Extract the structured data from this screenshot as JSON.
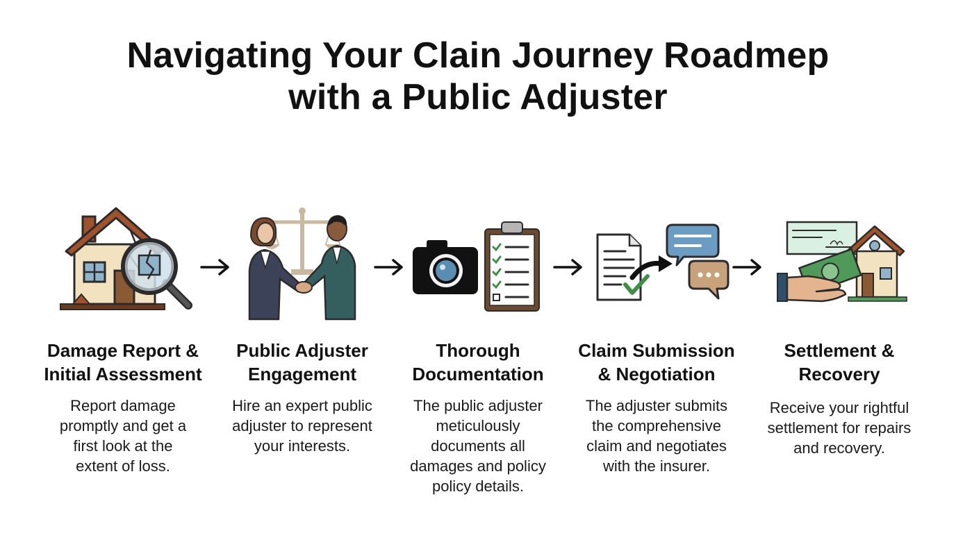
{
  "title": {
    "line1": "Navigating Your Clain Journey Roadmep",
    "line2": "with a Public Adjuster"
  },
  "steps": [
    {
      "heading": "Damage Report &\nInitial Assessment",
      "description": "Report damage\npromptly and get a\nfirst look at the\nextent of loss.",
      "icon": "damaged-house-magnifier-icon"
    },
    {
      "heading": "Public Adjuster\nEngagement",
      "description": "Hire an expert public\nadjuster to represent\nyour interests.",
      "icon": "handshake-scales-icon"
    },
    {
      "heading": "Thorough\nDocumentation",
      "description": "The public adjuster\nmeticulously\ndocuments all\ndamages and policy\npolicy details.",
      "icon": "camera-clipboard-icon"
    },
    {
      "heading": "Claim Submission\n& Negotiation",
      "description": "The adjuster submits\nthe comprehensive\nclaim and negotiates\nwith the insurer.",
      "icon": "document-chat-icon"
    },
    {
      "heading": "Settlement &\nRecovery",
      "description": "Receive your rightful\nsettlement for repairs\nand recovery.",
      "icon": "money-house-icon"
    }
  ],
  "colors": {
    "outline": "#2b2b2b",
    "house_wall": "#f3e2bf",
    "roof": "#a0522d",
    "suit_dark": "#3c4358",
    "suit_teal": "#355e5e",
    "money_green": "#4f9a58",
    "check_green": "#3f8f4a",
    "bubble_blue": "#6b9cc4",
    "bubble_tan": "#c8a27a",
    "scale_tan": "#c9b9a0"
  }
}
